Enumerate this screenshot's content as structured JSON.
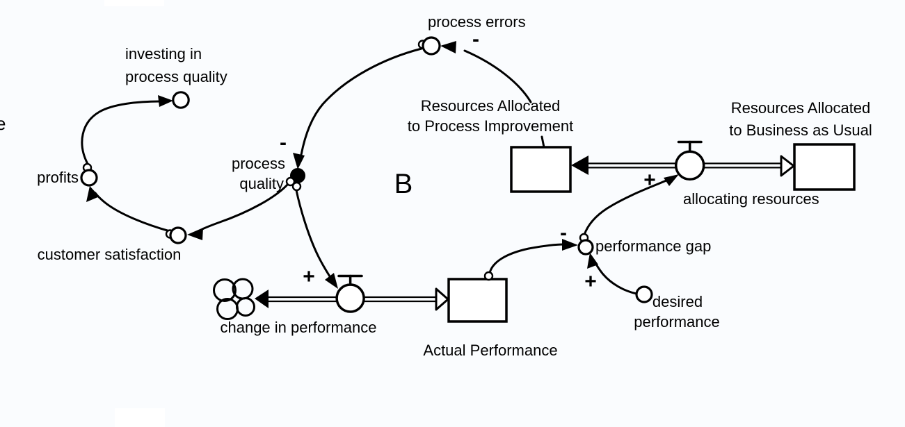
{
  "diagram": {
    "type": "system-dynamics-stock-and-flow",
    "colors": {
      "background": "#fafcfe",
      "stroke": "#000000",
      "shape_fill": "#ffffff"
    },
    "loop_label": "B",
    "edge_fragment": "e",
    "labels": {
      "investing": [
        "investing in",
        "process quality"
      ],
      "profits": "profits",
      "process_quality": [
        "process",
        "quality"
      ],
      "customer_satisfaction": "customer satisfaction",
      "process_errors": "process errors",
      "res_improvement": [
        "Resources Allocated",
        "to Process Improvement"
      ],
      "res_bau": [
        "Resources Allocated",
        "to Business as Usual"
      ],
      "allocating_resources": "allocating resources",
      "performance_gap": "performance gap",
      "desired_performance": [
        "desired",
        "performance"
      ],
      "change_in_performance": "change in performance",
      "actual_performance": "Actual Performance"
    },
    "signs": {
      "process_errors": "-",
      "process_quality": "-",
      "performance_gap": "-",
      "change_in_performance": "+",
      "allocating_resources": "+",
      "desired_performance": "+"
    }
  }
}
